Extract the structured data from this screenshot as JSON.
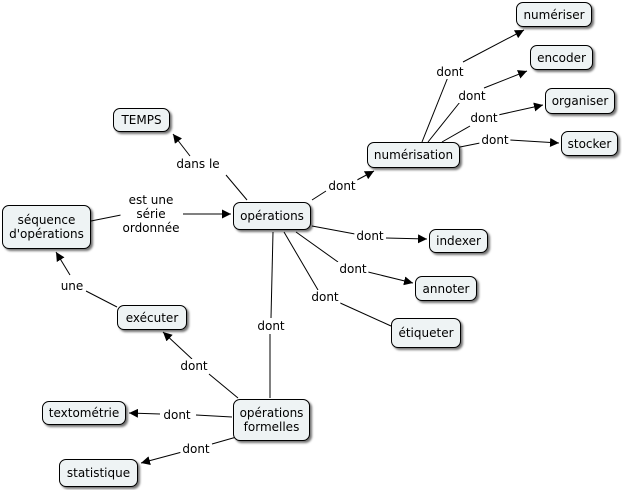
{
  "nodes": {
    "numeriser": "numériser",
    "encoder": "encoder",
    "organiser": "organiser",
    "stocker": "stocker",
    "temps": "TEMPS",
    "numerisation": "numérisation",
    "sequence": "séquence\nd'opérations",
    "operations": "opérations",
    "indexer": "indexer",
    "annoter": "annoter",
    "etiqueter": "étiqueter",
    "executer": "exécuter",
    "textometrie": "textométrie",
    "operations_formelles": "opérations\nformelles",
    "statistique": "statistique"
  },
  "links": {
    "dont_numeriser": "dont",
    "dont_encoder": "dont",
    "dont_organiser": "dont",
    "dont_stocker": "dont",
    "dans_le": "dans le",
    "dont_numerisation": "dont",
    "est_une_serie": "est une\nsérie\nordonnée",
    "dont_indexer": "dont",
    "dont_annoter": "dont",
    "dont_etiqueter": "dont",
    "une": "une",
    "dont_formelles": "dont",
    "dont_executer": "dont",
    "dont_textometrie": "dont",
    "dont_statistique": "dont"
  },
  "colors": {
    "node_fill": "#eef3f4",
    "line": "#000000"
  }
}
